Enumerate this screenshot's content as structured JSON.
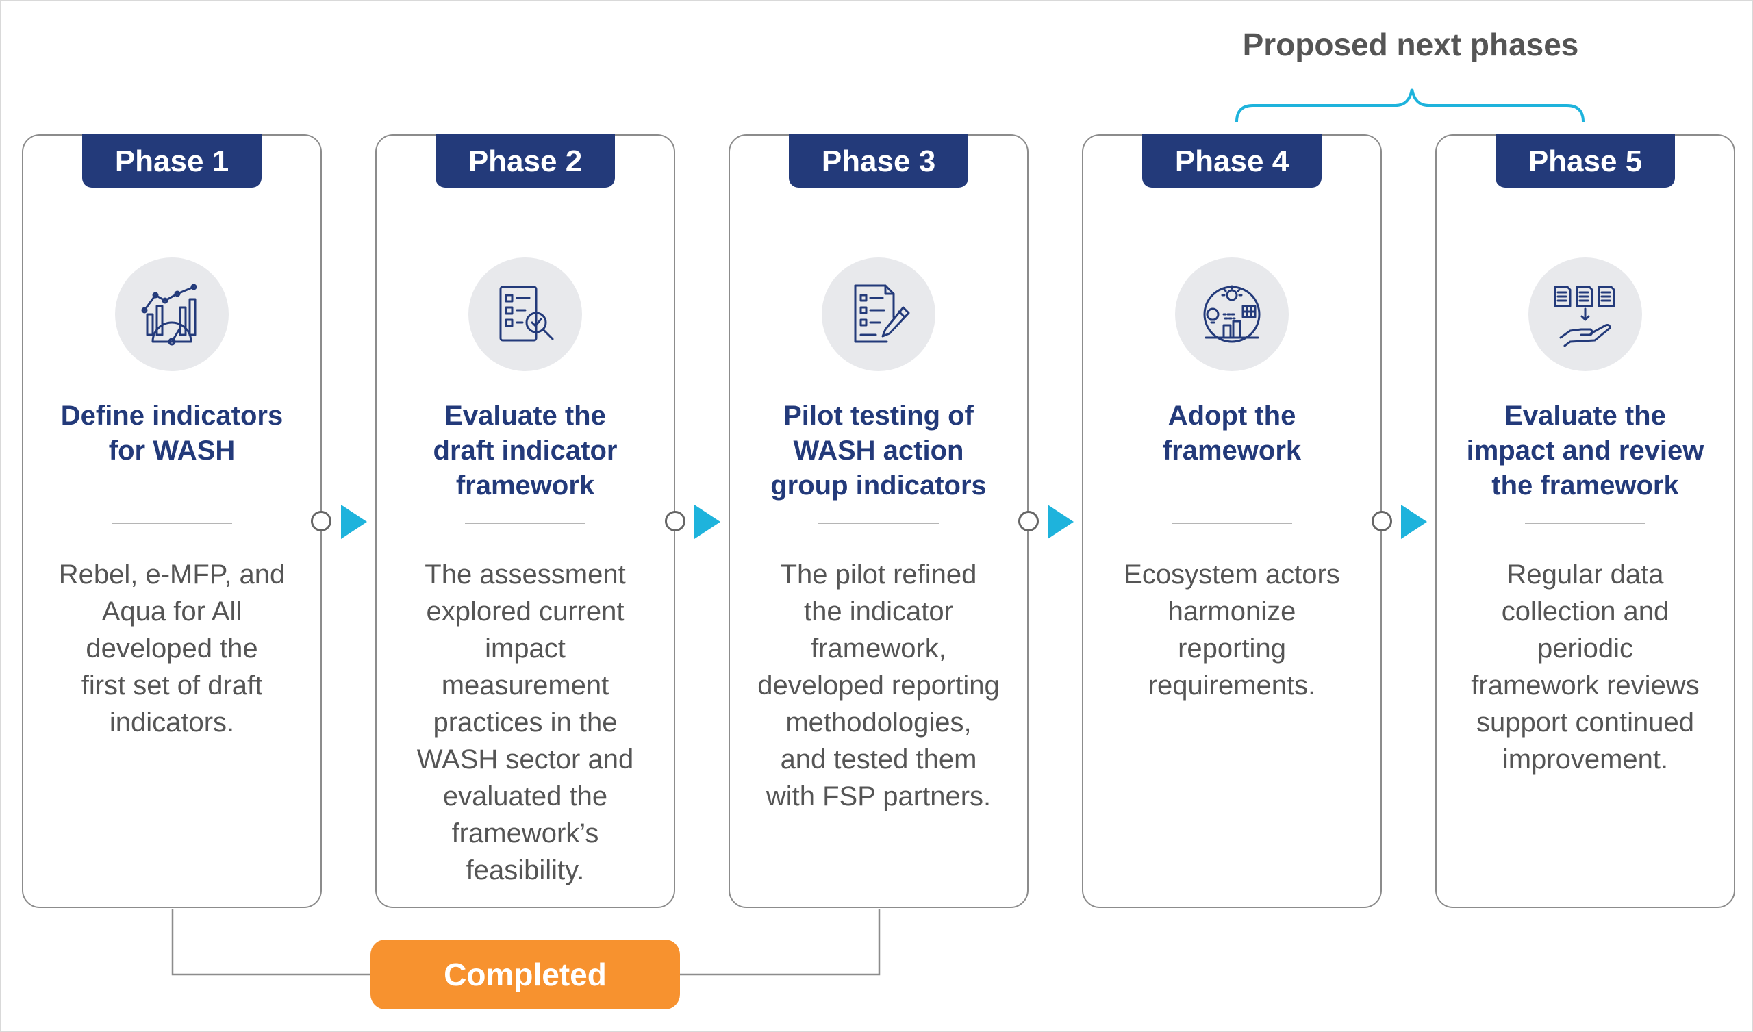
{
  "header": {
    "proposed_label": "Proposed next phases"
  },
  "colors": {
    "navy": "#233a7a",
    "cyan": "#1eb3dc",
    "orange": "#f7922f",
    "gray_text": "#555555"
  },
  "phases": [
    {
      "tab": "Phase 1",
      "icon": "dashboard-chart-icon",
      "title": "Define indicators\nfor WASH",
      "description": "Rebel, e-MFP, and\nAqua for All\ndeveloped the\nfirst set of draft\nindicators."
    },
    {
      "tab": "Phase 2",
      "icon": "checklist-magnifier-icon",
      "title": "Evaluate the\ndraft indicator\nframework",
      "description": "The assessment\nexplored current\nimpact\nmeasurement\npractices in the\nWASH sector and\nevaluated the\nframework’s\nfeasibility."
    },
    {
      "tab": "Phase 3",
      "icon": "document-pencil-icon",
      "title": "Pilot testing of\nWASH action\ngroup indicators",
      "description": "The pilot refined\nthe indicator\nframework,\ndeveloped reporting\nmethodologies,\nand tested them\nwith FSP partners."
    },
    {
      "tab": "Phase 4",
      "icon": "ecosystem-globe-icon",
      "title": "Adopt the\nframework",
      "description": "Ecosystem actors\nharmonize\nreporting\nrequirements."
    },
    {
      "tab": "Phase 5",
      "icon": "documents-hand-icon",
      "title": "Evaluate the\nimpact and review\nthe framework",
      "description": "Regular data\ncollection and\nperiodic\nframework reviews\nsupport continued\nimprovement."
    }
  ],
  "footer": {
    "completed_label": "Completed"
  }
}
